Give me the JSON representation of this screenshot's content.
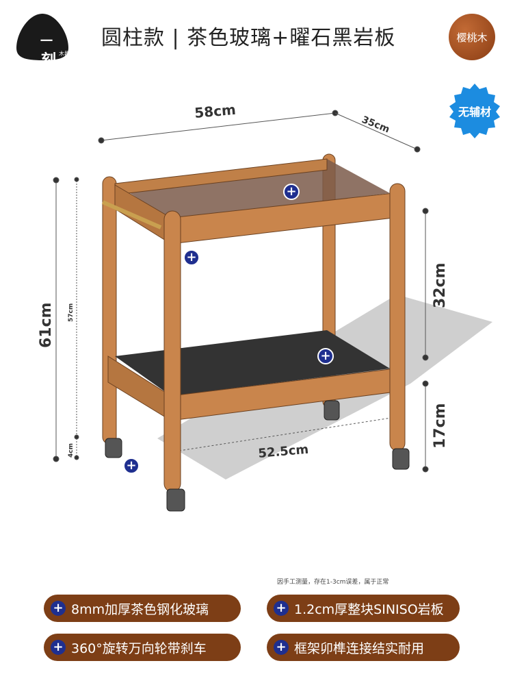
{
  "logo": {
    "char_top": "一",
    "char_main": "刻",
    "char_small": "木器"
  },
  "title": "圆柱款 | 茶色玻璃+曜石黑岩板",
  "wood_badge": "樱桃木",
  "material_badge": "无辅材",
  "dimensions": {
    "width": "58cm",
    "depth": "35cm",
    "total_height": "61cm",
    "frame_height": "57cm",
    "upper_gap": "32cm",
    "lower_gap": "17cm",
    "leg_height": "4cm",
    "inner_length": "52.5cm"
  },
  "note": "因手工测量，存在1-3cm误差，属于正常",
  "features": [
    {
      "icon": "plus-icon",
      "label": "8mm加厚茶色钢化玻璃"
    },
    {
      "icon": "plus-icon",
      "label": "1.2cm厚整块SINISO岩板"
    },
    {
      "icon": "plus-icon",
      "label": "360°旋转万向轮带刹车"
    },
    {
      "icon": "plus-icon",
      "label": "框架卯榫连接结实耐用"
    }
  ],
  "colors": {
    "wood": "#c9854c",
    "badge_brown": "#7d3e16",
    "plus_blue": "#1f2f8f"
  }
}
